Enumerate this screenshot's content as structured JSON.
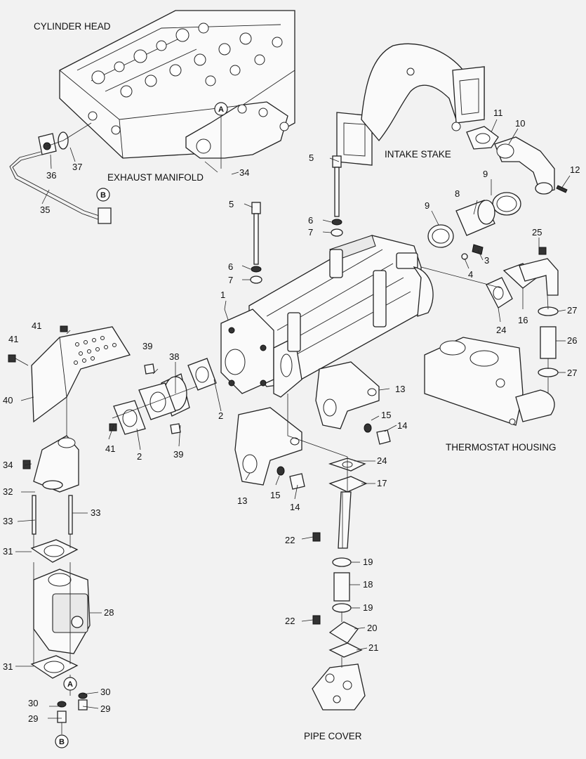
{
  "sections": {
    "cylinder_head": "CYLINDER HEAD",
    "exhaust_manifold": "EXHAUST MANIFOLD",
    "intake_stake": "INTAKE STAKE",
    "thermostat_housing": "THERMOSTAT HOUSING",
    "pipe_cover": "PIPE COVER"
  },
  "refs": {
    "a": "A",
    "b": "B"
  },
  "callouts": {
    "c1": "1",
    "c2a": "2",
    "c2b": "2",
    "c3": "3",
    "c4": "4",
    "c5a": "5",
    "c5b": "5",
    "c6a": "6",
    "c6b": "6",
    "c7a": "7",
    "c7b": "7",
    "c8": "8",
    "c9a": "9",
    "c9b": "9",
    "c10": "10",
    "c11": "11",
    "c12": "12",
    "c13a": "13",
    "c13b": "13",
    "c14a": "14",
    "c14b": "14",
    "c15a": "15",
    "c15b": "15",
    "c16": "16",
    "c17": "17",
    "c18": "18",
    "c19a": "19",
    "c19b": "19",
    "c20": "20",
    "c21": "21",
    "c22a": "22",
    "c22b": "22",
    "c24a": "24",
    "c24b": "24",
    "c25": "25",
    "c26": "26",
    "c27a": "27",
    "c27b": "27",
    "c28": "28",
    "c29a": "29",
    "c29b": "29",
    "c30a": "30",
    "c30b": "30",
    "c31a": "31",
    "c31b": "31",
    "c32": "32",
    "c33a": "33",
    "c33b": "33",
    "c34a": "34",
    "c34b": "34",
    "c35": "35",
    "c36": "36",
    "c37": "37",
    "c38": "38",
    "c39a": "39",
    "c39b": "39",
    "c40": "40",
    "c41a": "41",
    "c41b": "41",
    "c41c": "41"
  }
}
